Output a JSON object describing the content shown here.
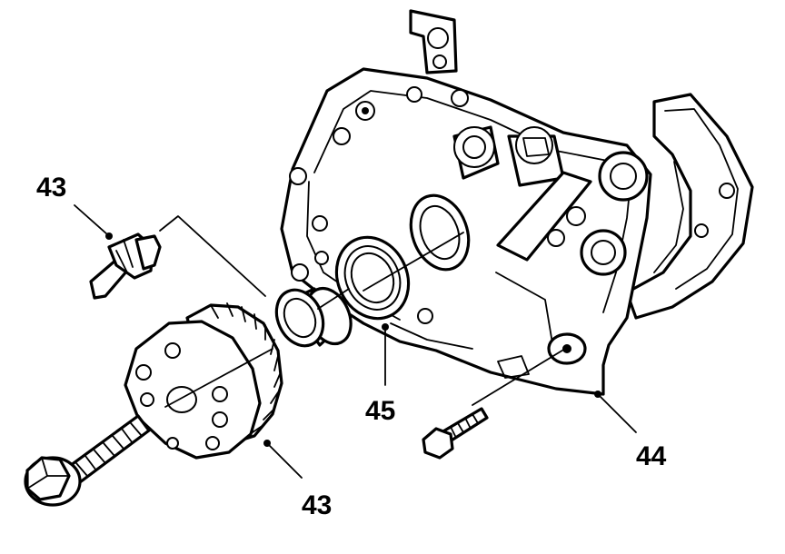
{
  "callouts": [
    {
      "id": "oil-pressure-sender",
      "label": "43"
    },
    {
      "id": "timing-pulley",
      "label": "43"
    },
    {
      "id": "oil-seal",
      "label": "45"
    },
    {
      "id": "housing",
      "label": "44"
    }
  ],
  "colors": {
    "ink": "#000000",
    "paper": "#ffffff"
  }
}
